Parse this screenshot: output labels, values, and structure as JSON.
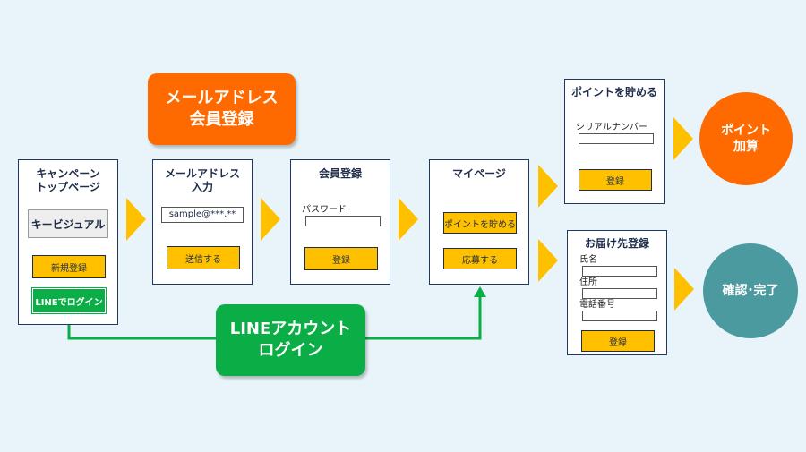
{
  "callouts": {
    "email": "メールアドレス\n会員登録",
    "line": "LINEアカウント\nログイン"
  },
  "campaign": {
    "title": "キャンペーン\nトップページ",
    "key_visual": "キービジュアル",
    "register_button": "新規登録",
    "line_login_button": "LINEでログイン"
  },
  "email_input": {
    "title": "メールアドレス\n入力",
    "email_value": "sample@***.**",
    "send_button": "送信する"
  },
  "member_register": {
    "title": "会員登録",
    "password_label": "パスワード",
    "register_button": "登録"
  },
  "mypage": {
    "title": "マイページ",
    "points_button": "ポイントを貯める",
    "apply_button": "応募する"
  },
  "collect_points": {
    "title": "ポイントを貯める",
    "serial_label": "シリアルナンバー",
    "register_button": "登録"
  },
  "delivery_register": {
    "title": "お届け先登録",
    "name_label": "氏名",
    "address_label": "住所",
    "phone_label": "電話番号",
    "register_button": "登録"
  },
  "results": {
    "points_added": "ポイント\n加算",
    "confirm_complete": "確認･完了"
  },
  "colors": {
    "accent_orange": "#ff6a00",
    "line_green": "#0bae46",
    "button_yellow": "#ffc000",
    "circle_teal": "#4a9aa0",
    "border_navy": "#1f3864"
  }
}
